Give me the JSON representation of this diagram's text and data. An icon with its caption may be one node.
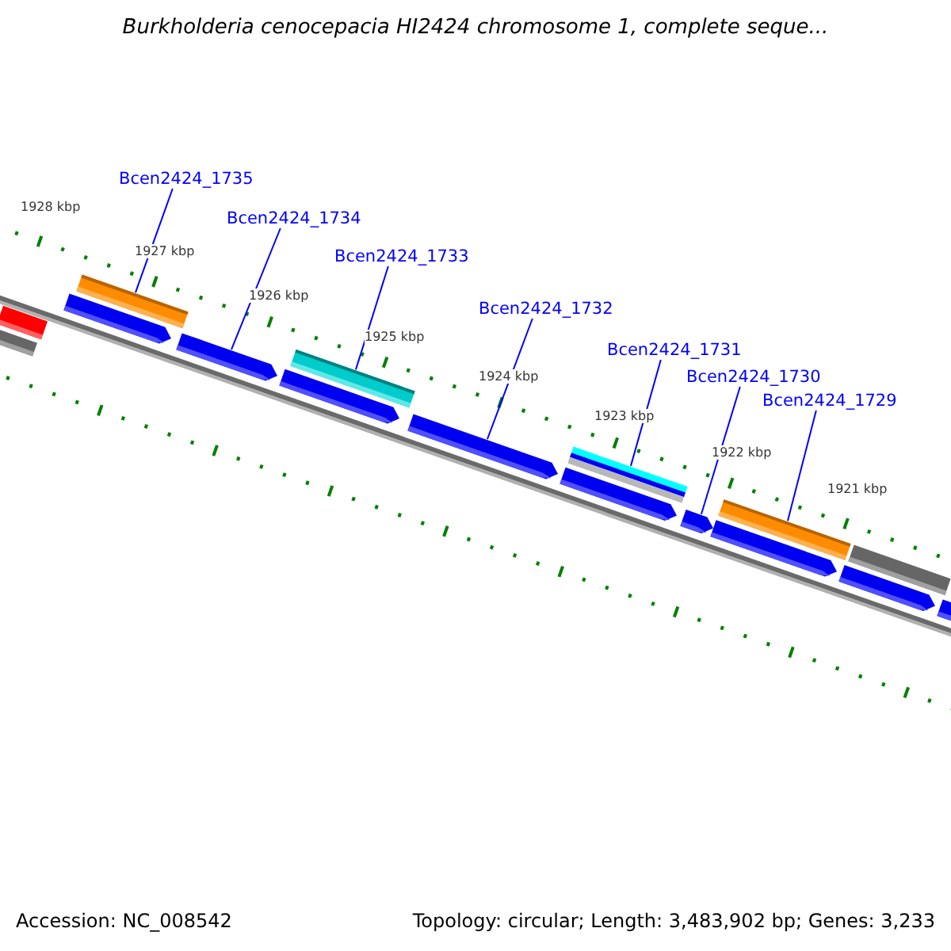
{
  "diagram": {
    "title": "Burkholderia cenocepacia HI2424 chromosome 1, complete seque...",
    "nodes": [
      {
        "text": [
          "Bcen2424_1735"
        ]
      },
      {
        "text": [
          "Bcen2424_1734"
        ]
      },
      {
        "text": [
          "Bcen2424_1733"
        ]
      },
      {
        "text": [
          "Bcen2424_1732"
        ]
      },
      {
        "text": [
          "Bcen2424_1731"
        ]
      },
      {
        "text": [
          "Bcen2424_1730"
        ]
      },
      {
        "text": [
          "Bcen2424_1729"
        ]
      },
      {
        "text": [],
        "shape": "bar"
      },
      {
        "text": [],
        "shape": "bar"
      },
      {
        "text": [],
        "shape": "arrow"
      },
      {
        "text": [],
        "shape": "bar"
      },
      {
        "text": [],
        "shape": "arrow"
      },
      {
        "text": [],
        "shape": "arrow"
      },
      {
        "text": [],
        "shape": "bar"
      },
      {
        "text": [],
        "shape": "arrow"
      },
      {
        "text": [],
        "shape": "arrow"
      },
      {
        "text": [],
        "shape": "bar"
      },
      {
        "text": [],
        "shape": "arrow"
      },
      {
        "text": [],
        "shape": "arrow"
      },
      {
        "text": [],
        "shape": "bar"
      },
      {
        "text": [],
        "shape": "arrow"
      },
      {
        "text": [],
        "shape": "bar"
      },
      {
        "text": [],
        "shape": "arrow"
      }
    ],
    "edges": [
      {
        "from": 0,
        "to": 10,
        "arrow": "none"
      },
      {
        "from": 1,
        "to": 11,
        "arrow": "none"
      },
      {
        "from": 2,
        "to": 13,
        "arrow": "none"
      },
      {
        "from": 3,
        "to": 14,
        "arrow": "none"
      },
      {
        "from": 4,
        "to": 16,
        "arrow": "none"
      },
      {
        "from": 5,
        "to": 17,
        "arrow": "none"
      },
      {
        "from": 6,
        "to": 19,
        "arrow": "none"
      }
    ],
    "labels": [
      "1928 kbp",
      "1927 kbp",
      "1926 kbp",
      "1925 kbp",
      "1924 kbp",
      "1923 kbp",
      "1922 kbp",
      "1921 kbp",
      "Accession: NC_008542",
      "Topology: circular; Length: 3,483,902 bp; Genes: 3,233"
    ]
  }
}
